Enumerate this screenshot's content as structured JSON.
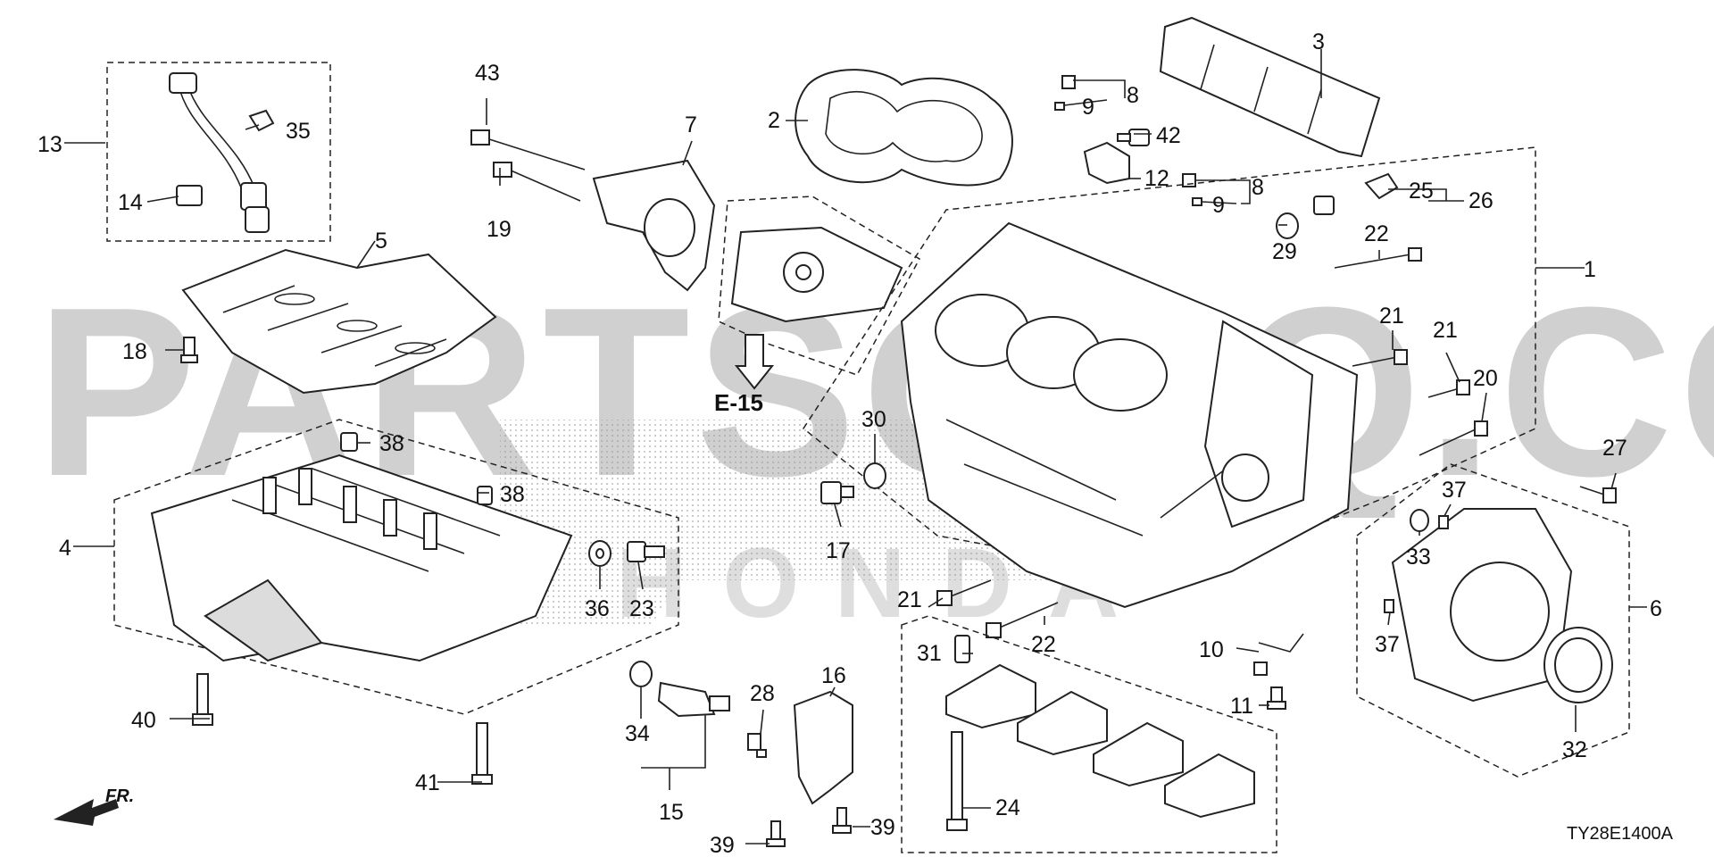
{
  "watermark": "PARTSOUQ.COM",
  "diagram_code": "TY28E1400A",
  "reference_label": "E-15",
  "front_label": "FR.",
  "callouts": [
    {
      "id": "c1",
      "label": "1"
    },
    {
      "id": "c2",
      "label": "2"
    },
    {
      "id": "c3",
      "label": "3"
    },
    {
      "id": "c4",
      "label": "4"
    },
    {
      "id": "c5",
      "label": "5"
    },
    {
      "id": "c6",
      "label": "6"
    },
    {
      "id": "c7",
      "label": "7"
    },
    {
      "id": "c8a",
      "label": "8"
    },
    {
      "id": "c8b",
      "label": "8"
    },
    {
      "id": "c9a",
      "label": "9"
    },
    {
      "id": "c9b",
      "label": "9"
    },
    {
      "id": "c10",
      "label": "10"
    },
    {
      "id": "c11",
      "label": "11"
    },
    {
      "id": "c12",
      "label": "12"
    },
    {
      "id": "c13",
      "label": "13"
    },
    {
      "id": "c14",
      "label": "14"
    },
    {
      "id": "c15",
      "label": "15"
    },
    {
      "id": "c16",
      "label": "16"
    },
    {
      "id": "c17",
      "label": "17"
    },
    {
      "id": "c18",
      "label": "18"
    },
    {
      "id": "c19",
      "label": "19"
    },
    {
      "id": "c20",
      "label": "20"
    },
    {
      "id": "c21a",
      "label": "21"
    },
    {
      "id": "c21b",
      "label": "21"
    },
    {
      "id": "c21c",
      "label": "21"
    },
    {
      "id": "c22a",
      "label": "22"
    },
    {
      "id": "c22b",
      "label": "22"
    },
    {
      "id": "c23",
      "label": "23"
    },
    {
      "id": "c24",
      "label": "24"
    },
    {
      "id": "c25",
      "label": "25"
    },
    {
      "id": "c26",
      "label": "26"
    },
    {
      "id": "c27",
      "label": "27"
    },
    {
      "id": "c28",
      "label": "28"
    },
    {
      "id": "c29",
      "label": "29"
    },
    {
      "id": "c30",
      "label": "30"
    },
    {
      "id": "c31",
      "label": "31"
    },
    {
      "id": "c32",
      "label": "32"
    },
    {
      "id": "c33",
      "label": "33"
    },
    {
      "id": "c34",
      "label": "34"
    },
    {
      "id": "c35",
      "label": "35"
    },
    {
      "id": "c36",
      "label": "36"
    },
    {
      "id": "c37a",
      "label": "37"
    },
    {
      "id": "c37b",
      "label": "37"
    },
    {
      "id": "c38a",
      "label": "38"
    },
    {
      "id": "c38b",
      "label": "38"
    },
    {
      "id": "c39a",
      "label": "39"
    },
    {
      "id": "c39b",
      "label": "39"
    },
    {
      "id": "c40",
      "label": "40"
    },
    {
      "id": "c41",
      "label": "41"
    },
    {
      "id": "c42",
      "label": "42"
    },
    {
      "id": "c43",
      "label": "43"
    }
  ]
}
